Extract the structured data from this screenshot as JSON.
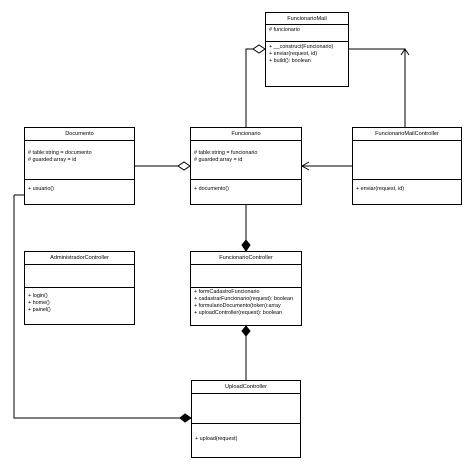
{
  "classes": {
    "funcionario_mail": {
      "name": "FuncionarioMail",
      "attributes": [
        "# funcionario"
      ],
      "operations": [
        "+ __construct(Funcionario)",
        "+ enviar(request, id)",
        "+ build(): boolean"
      ]
    },
    "documento": {
      "name": "Documento",
      "attributes": [
        "# table:string = documento",
        "# guarded:array = id"
      ],
      "operations": [
        "+ usuario()"
      ]
    },
    "funcionario": {
      "name": "Funcionario",
      "attributes": [
        "# table:string = funcionario",
        "# guarded:array = id"
      ],
      "operations": [
        "+ documento()"
      ]
    },
    "funcionario_mail_controller": {
      "name": "FuncionarioMailController",
      "attributes": [],
      "operations": [
        "+ enviar(request, id)"
      ]
    },
    "administrador_controller": {
      "name": "AdministradorController",
      "attributes": [],
      "operations": [
        "+ login()",
        "+ home()",
        "+ painel()"
      ]
    },
    "funcionario_controller": {
      "name": "FuncionarioController",
      "attributes": [],
      "operations": [
        "+ formCadastroFuncionario",
        "+ cadastrarFuncionario(request): boolean",
        "+ formularioDocumento(token):array",
        "+ uploadController(request): boolean"
      ]
    },
    "upload_controller": {
      "name": "UploadController",
      "attributes": [],
      "operations": [
        "+ upload(request)"
      ]
    }
  },
  "relationships": [
    {
      "from": "funcionario",
      "to": "funcionario_mail",
      "kind": "aggregation"
    },
    {
      "from": "funcionario_mail_controller",
      "to": "funcionario_mail",
      "kind": "association-arrow"
    },
    {
      "from": "documento",
      "to": "funcionario",
      "kind": "aggregation"
    },
    {
      "from": "funcionario_mail_controller",
      "to": "funcionario",
      "kind": "association-arrow"
    },
    {
      "from": "funcionario",
      "to": "funcionario_controller",
      "kind": "composition"
    },
    {
      "from": "upload_controller",
      "to": "funcionario_controller",
      "kind": "composition"
    },
    {
      "from": "documento",
      "to": "upload_controller",
      "kind": "composition"
    }
  ]
}
